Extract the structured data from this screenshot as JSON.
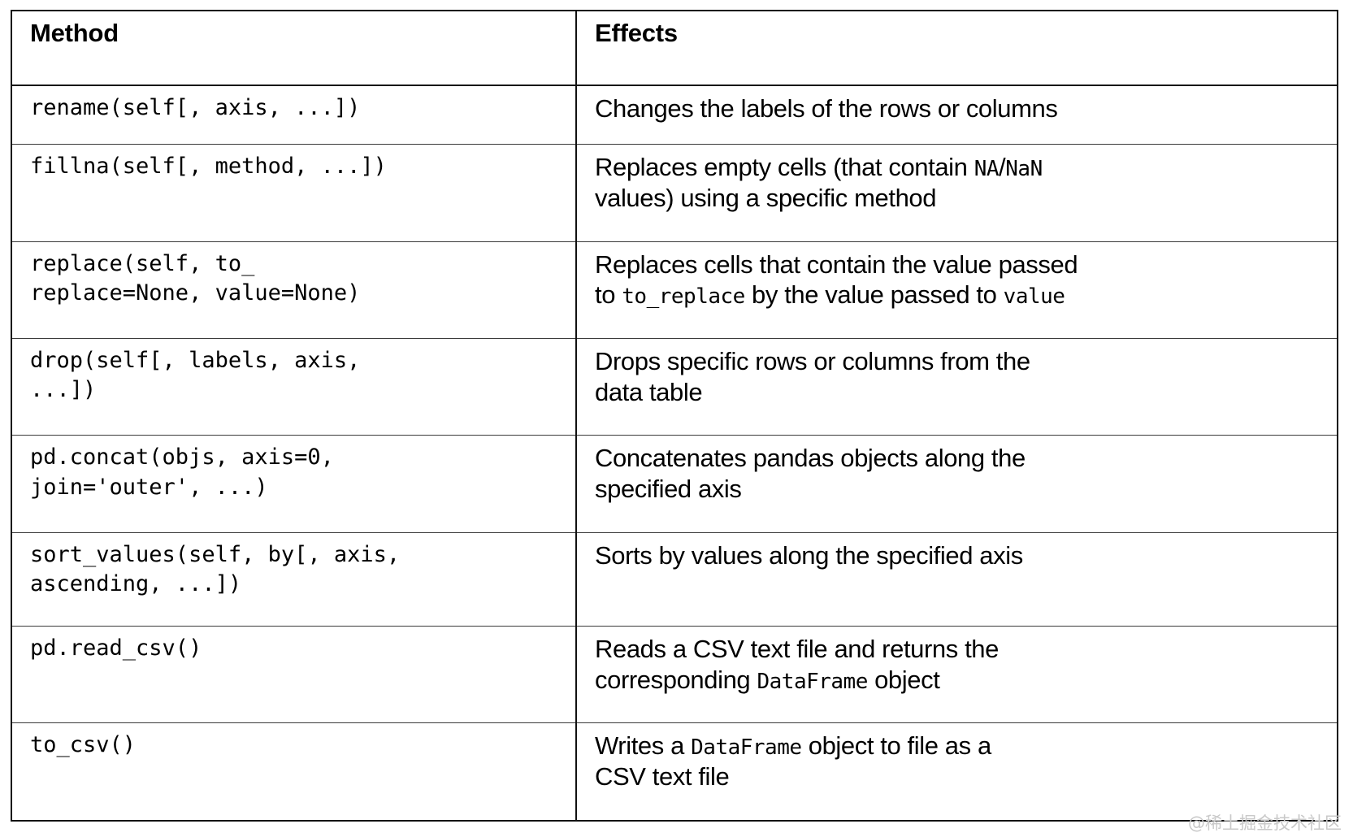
{
  "table": {
    "columns": [
      {
        "key": "method",
        "label": "Method"
      },
      {
        "key": "effects",
        "label": "Effects"
      }
    ],
    "rows": [
      {
        "method": "rename(self[, axis, ...])",
        "effects_lines": [
          [
            {
              "t": "text",
              "v": "Changes the labels of the rows or columns"
            }
          ]
        ]
      },
      {
        "method": "fillna(self[, method, ...])",
        "effects_lines": [
          [
            {
              "t": "text",
              "v": "Replaces empty cells (that contain "
            },
            {
              "t": "code",
              "v": "NA"
            },
            {
              "t": "text",
              "v": "/"
            },
            {
              "t": "code",
              "v": "NaN"
            }
          ],
          [
            {
              "t": "text",
              "v": "values) using a specific method"
            }
          ]
        ]
      },
      {
        "method": "replace(self, to_\nreplace=None, value=None)",
        "effects_lines": [
          [
            {
              "t": "text",
              "v": "Replaces cells that contain the value passed"
            }
          ],
          [
            {
              "t": "text",
              "v": "to "
            },
            {
              "t": "code",
              "v": "to_replace"
            },
            {
              "t": "text",
              "v": " by the value passed to "
            },
            {
              "t": "code",
              "v": "value"
            }
          ]
        ]
      },
      {
        "method": "drop(self[, labels, axis,\n...])",
        "effects_lines": [
          [
            {
              "t": "text",
              "v": "Drops specific rows or columns from the"
            }
          ],
          [
            {
              "t": "text",
              "v": "data table"
            }
          ]
        ]
      },
      {
        "method": "pd.concat(objs, axis=0,\njoin='outer', ...)",
        "effects_lines": [
          [
            {
              "t": "text",
              "v": "Concatenates pandas objects along the"
            }
          ],
          [
            {
              "t": "text",
              "v": "specified axis"
            }
          ]
        ]
      },
      {
        "method": "sort_values(self, by[, axis,\nascending, ...])",
        "effects_lines": [
          [
            {
              "t": "text",
              "v": "Sorts by values along the specified axis"
            }
          ]
        ]
      },
      {
        "method": "pd.read_csv()",
        "effects_lines": [
          [
            {
              "t": "text",
              "v": "Reads a CSV text file and returns the"
            }
          ],
          [
            {
              "t": "text",
              "v": "corresponding "
            },
            {
              "t": "code",
              "v": "DataFrame"
            },
            {
              "t": "text",
              "v": " object"
            }
          ]
        ]
      },
      {
        "method": "to_csv()",
        "effects_lines": [
          [
            {
              "t": "text",
              "v": "Writes a "
            },
            {
              "t": "code",
              "v": "DataFrame"
            },
            {
              "t": "text",
              "v": " object to file as a"
            }
          ],
          [
            {
              "t": "text",
              "v": "CSV text file"
            }
          ]
        ]
      }
    ]
  },
  "watermark": {
    "text": "@稀土掘金技术社区"
  },
  "colors": {
    "border_outer": "#111111",
    "border_inner": "#3a3a3a",
    "text": "#000000",
    "watermark": "#c9c9c9",
    "background": "#ffffff"
  }
}
